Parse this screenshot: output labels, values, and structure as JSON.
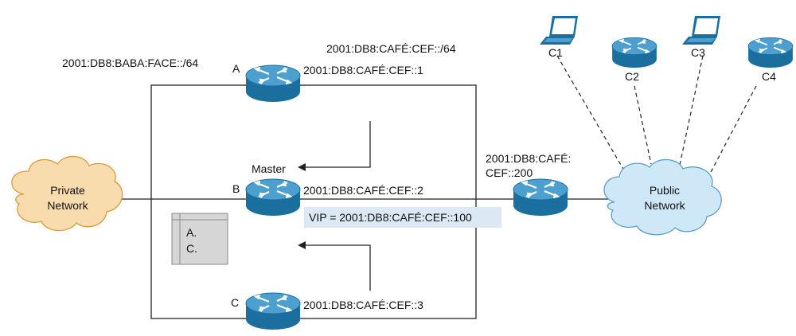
{
  "colors": {
    "router_body": "#1a6f9e",
    "router_top": "#4d9fd0",
    "private_cloud": "#f9dcae",
    "private_cloud_stroke": "#d99a3a",
    "public_cloud": "#cfe8f7",
    "public_cloud_stroke": "#5d9ec9",
    "vip_box": "#dce8f4",
    "table_box": "#d6d6d6"
  },
  "clouds": {
    "private": {
      "line1": "Private",
      "line2": "Network"
    },
    "public": {
      "line1": "Public",
      "line2": "Network"
    }
  },
  "prefixes": {
    "left": "2001:DB8:BABA:FACE::/64",
    "top": "2001:DB8:CAFÉ:CEF::/64"
  },
  "routers": {
    "a": {
      "letter": "A",
      "address": "2001:DB8:CAFÉ:CEF::1",
      "icon": "router-icon"
    },
    "b": {
      "letter": "B",
      "address": "2001:DB8:CAFÉ:CEF::2",
      "icon": "router-icon"
    },
    "c": {
      "letter": "C",
      "address": "2001:DB8:CAFÉ:CEF::3",
      "icon": "router-icon"
    },
    "gateway": {
      "address_line1": "2001:DB8:CAFÉ:",
      "address_line2": "CEF::200",
      "icon": "router-icon"
    }
  },
  "master_label": "Master",
  "vip_label": "VIP = 2001:DB8:CAFÉ:CEF::100",
  "table": {
    "row1": "A.",
    "row2": "C."
  },
  "clients": [
    {
      "label": "C1",
      "icon": "laptop-icon"
    },
    {
      "label": "C2",
      "icon": "router-icon"
    },
    {
      "label": "C3",
      "icon": "laptop-icon"
    },
    {
      "label": "C4",
      "icon": "router-icon"
    }
  ]
}
